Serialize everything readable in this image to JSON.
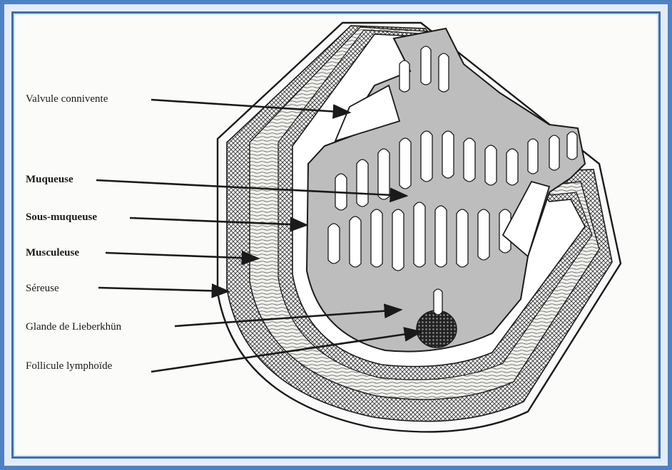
{
  "labels": {
    "valvule": "Valvule connivente",
    "muqueuse": "Muqueuse",
    "sous_muqueuse": "Sous-muqueuse",
    "musculeuse": "Musculeuse",
    "sereuse": "Séreuse",
    "glande": "Glande de Lieberkhün",
    "follicule": "Follicule lymphoïde"
  },
  "colors": {
    "frame_outer": "#4f82c4",
    "frame_inner": "#3a6fb5",
    "ink": "#1a1a1a",
    "mucosa_fill": "#bdbdbd"
  }
}
